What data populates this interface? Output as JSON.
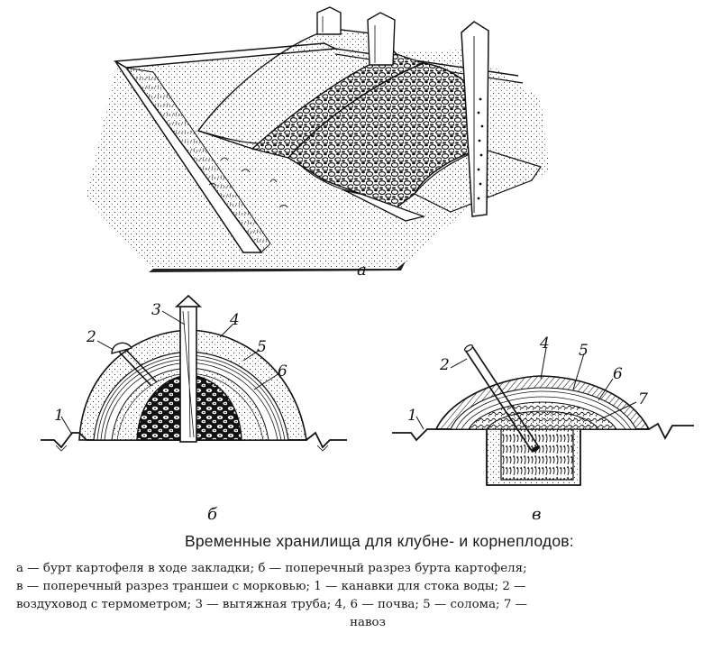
{
  "figure": {
    "panels": [
      {
        "id": "a",
        "label": "а"
      },
      {
        "id": "b",
        "label": "б",
        "callouts": [
          "1",
          "2",
          "3",
          "4",
          "5",
          "6"
        ]
      },
      {
        "id": "v",
        "label": "в",
        "callouts": [
          "1",
          "2",
          "4",
          "5",
          "6",
          "7"
        ]
      }
    ]
  },
  "caption": {
    "title": "Временные хранилища для клубне- и корнеплодов:",
    "lines": [
      "а — бурт картофеля в ходе закладки; б — поперечный разрез бурта картофеля;",
      "в — поперечный разрез траншеи с морковью; 1 — канавки для стока воды; 2 —",
      "воздуховод с термометром; 3 — вытяжная труба; 4, 6 — почва; 5 — солома; 7 —",
      "навоз"
    ]
  }
}
